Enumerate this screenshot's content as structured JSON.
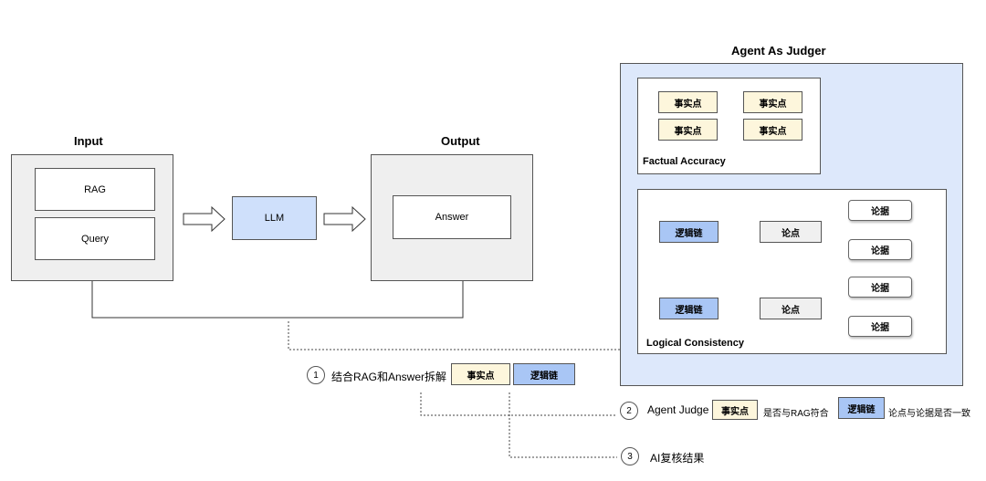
{
  "input": {
    "title": "Input",
    "rag": "RAG",
    "query": "Query"
  },
  "llm": "LLM",
  "output": {
    "title": "Output",
    "answer": "Answer"
  },
  "judge": {
    "title": "Agent As Judger",
    "factual": {
      "label": "Factual Accuracy",
      "items": [
        "事实点",
        "事实点",
        "事实点",
        "事实点"
      ]
    },
    "logical": {
      "label": "Logical Consistency",
      "chains": [
        {
          "chain": "逻辑链",
          "point": "论点",
          "evidence": [
            "论据",
            "论据"
          ]
        },
        {
          "chain": "逻辑链",
          "point": "论点",
          "evidence": [
            "论据",
            "论据"
          ]
        }
      ]
    }
  },
  "steps": [
    {
      "num": "1",
      "text": "结合RAG和Answer拆解",
      "tag1": "事实点",
      "tag2": "逻辑链"
    },
    {
      "num": "2",
      "text": "Agent Judge",
      "tag1": "事实点",
      "mid": "是否与RAG符合",
      "tag2": "逻辑链",
      "tail": "论点与论据是否一致"
    },
    {
      "num": "3",
      "text": "AI复核结果"
    }
  ],
  "colors": {
    "fact": "#fdf6dc",
    "chain": "#a9c6f5",
    "llm": "#cfe0fb",
    "judge_bg": "#dde8fb",
    "panel_grey": "#efefef"
  }
}
